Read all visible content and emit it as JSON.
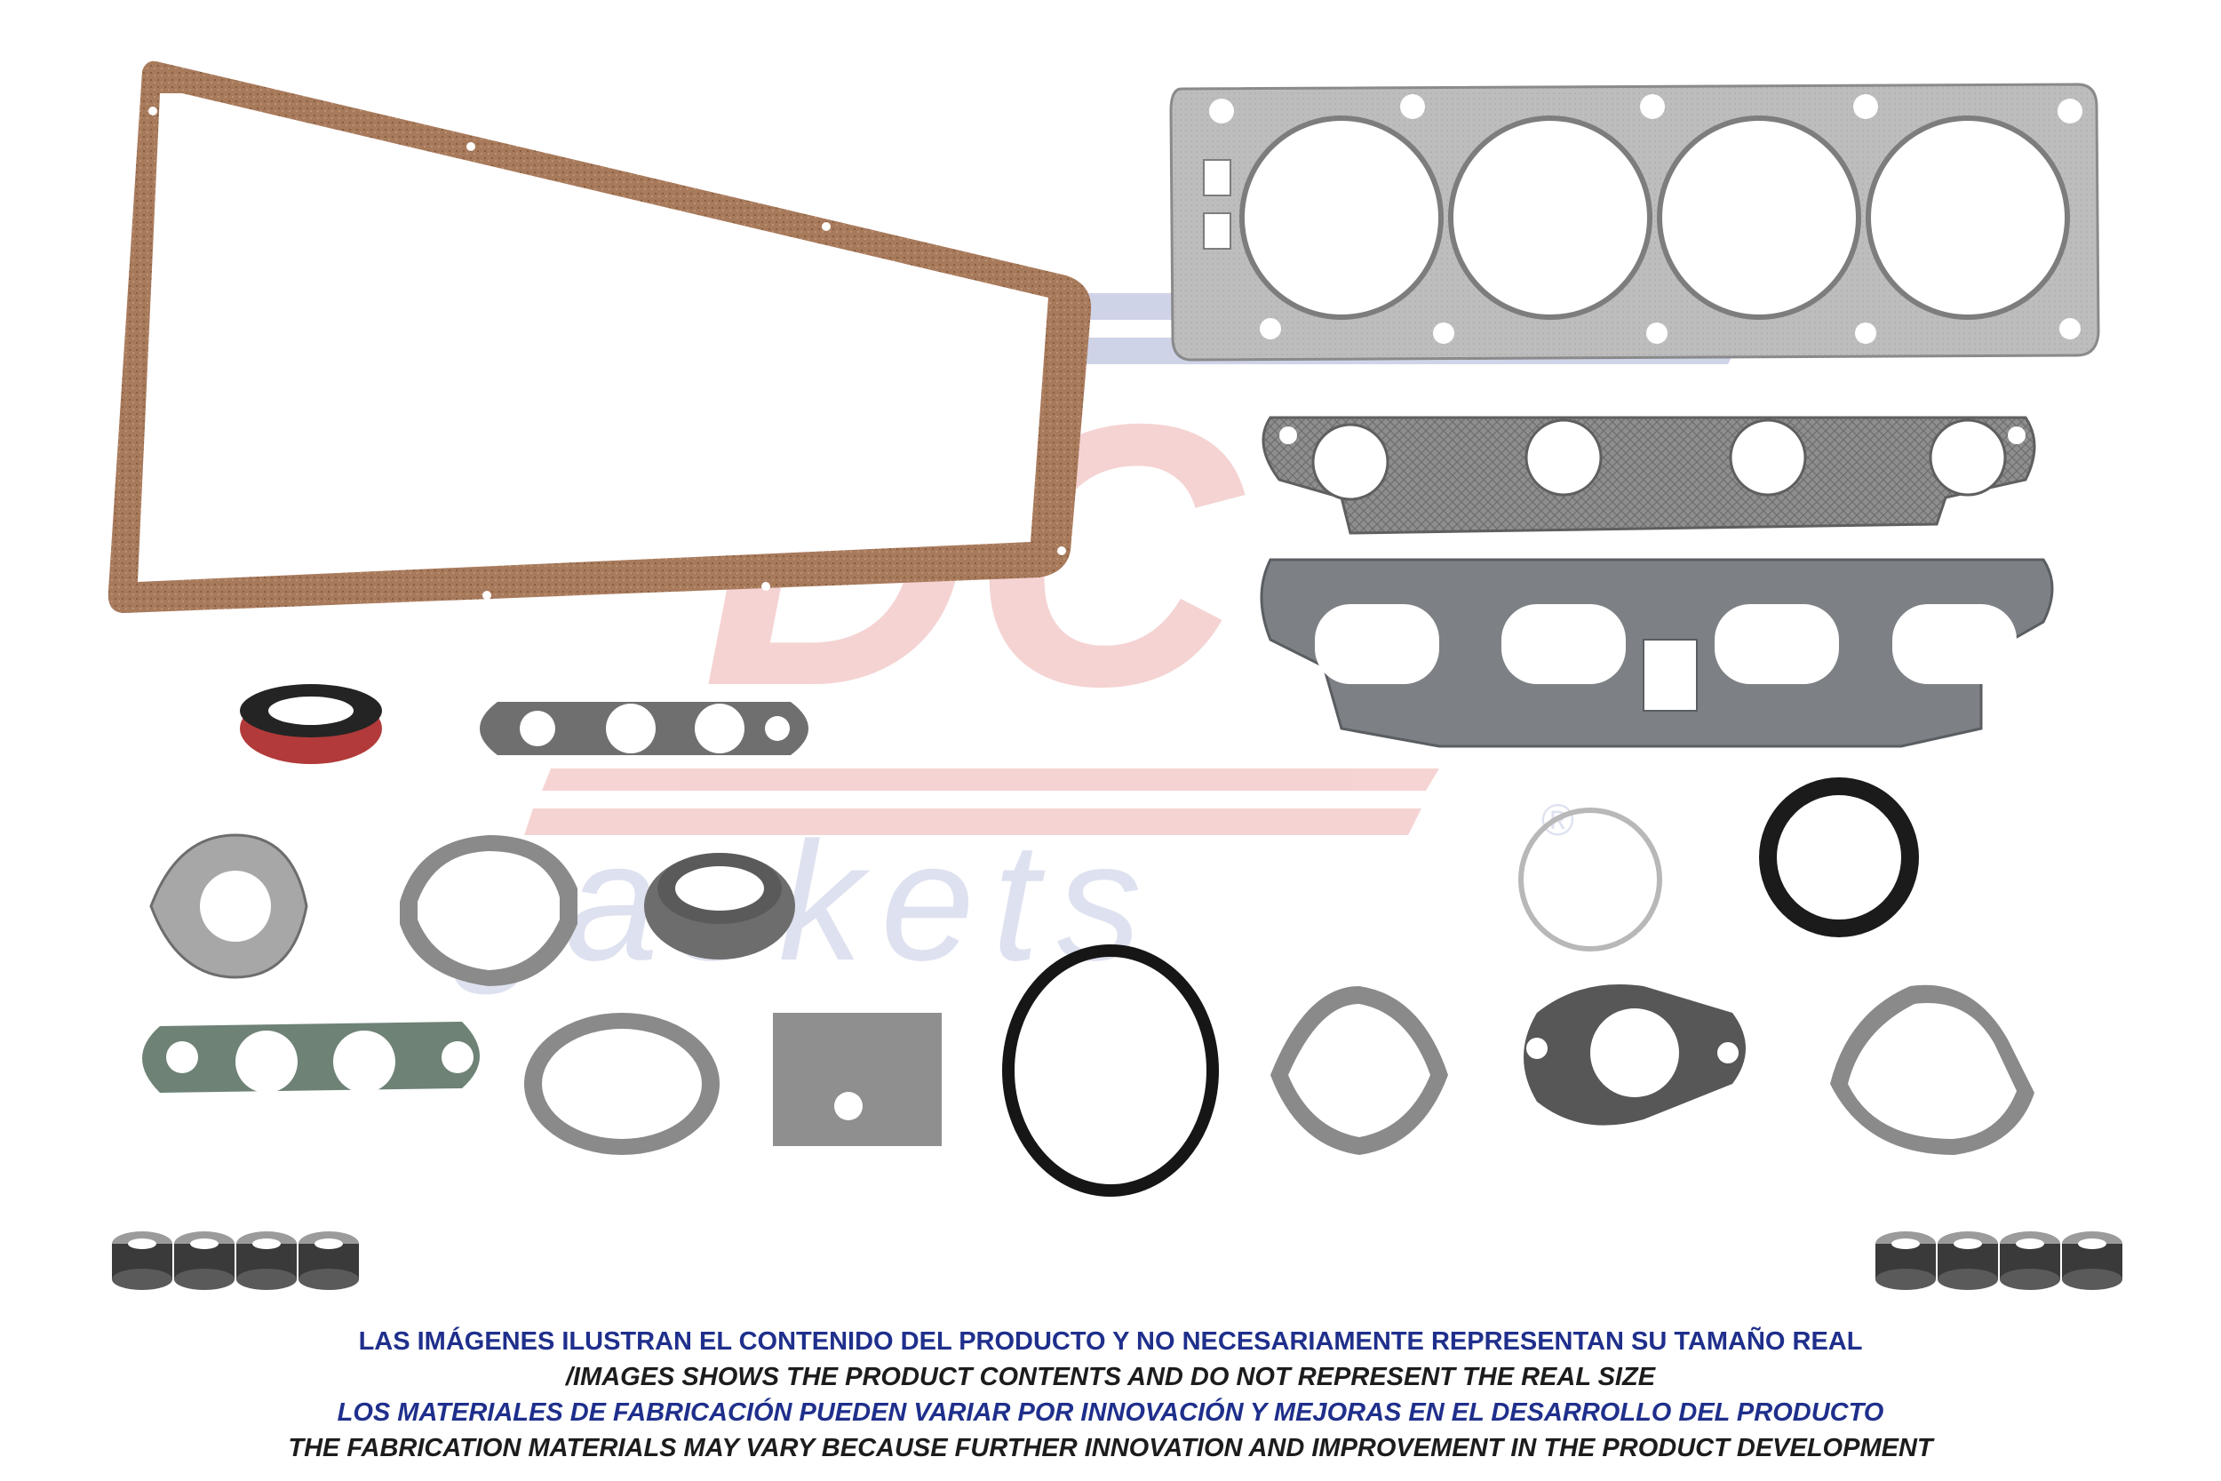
{
  "image": {
    "watermark_brand": "DC",
    "watermark_word": "gaskets",
    "registered_mark": "®"
  },
  "parts": [
    {
      "name": "valve-cover-gasket",
      "material": "cork",
      "color": "#a87a5c"
    },
    {
      "name": "cylinder-head-gasket",
      "material": "metal",
      "color": "#b9b9b9"
    },
    {
      "name": "exhaust-manifold-gasket",
      "material": "graphite",
      "color": "#8e8e8e"
    },
    {
      "name": "intake-manifold-gasket",
      "material": "fiber",
      "color": "#7d8185"
    },
    {
      "name": "oil-seal",
      "material": "rubber",
      "color": "#b23a3a"
    },
    {
      "name": "egr-gasket",
      "material": "fiber",
      "color": "#6f6f6f"
    },
    {
      "name": "thrust-washer",
      "material": "metal",
      "color": "#a7a7a7"
    },
    {
      "name": "water-pump-gasket",
      "material": "paper",
      "color": "#8a8a8a"
    },
    {
      "name": "exhaust-donut-ring",
      "material": "graphite",
      "color": "#6d6d6d"
    },
    {
      "name": "o-ring-thin",
      "material": "rubber",
      "color": "#b8b8b8"
    },
    {
      "name": "o-ring-thick",
      "material": "rubber",
      "color": "#1b1b1b"
    },
    {
      "name": "oil-pump-gasket",
      "material": "fiber",
      "color": "#6e8276"
    },
    {
      "name": "fuel-pump-gasket",
      "material": "paper",
      "color": "#8a8a8a"
    },
    {
      "name": "cover-plate-gasket",
      "material": "fiber",
      "color": "#8f8f8f"
    },
    {
      "name": "large-o-ring",
      "material": "rubber",
      "color": "#161616"
    },
    {
      "name": "distributor-gasket",
      "material": "paper",
      "color": "#8a8a8a"
    },
    {
      "name": "thermostat-gasket",
      "material": "fiber",
      "color": "#575757"
    },
    {
      "name": "housing-gasket",
      "material": "paper",
      "color": "#8a8a8a"
    },
    {
      "name": "valve-stem-seals-left",
      "material": "rubber",
      "color": "#3a3a3a"
    },
    {
      "name": "valve-stem-seals-right",
      "material": "rubber",
      "color": "#3a3a3a"
    }
  ],
  "disclaimer": {
    "line1": "LAS IMÁGENES ILUSTRAN EL CONTENIDO DEL PRODUCTO Y NO NECESARIAMENTE REPRESENTAN SU TAMAÑO REAL",
    "line2": "/IMAGES SHOWS THE PRODUCT CONTENTS AND DO NOT REPRESENT THE REAL SIZE",
    "line3": "LOS MATERIALES DE FABRICACIÓN PUEDEN VARIAR POR INNOVACIÓN Y MEJORAS EN EL DESARROLLO DEL PRODUCTO",
    "line4": "THE FABRICATION MATERIALS MAY VARY BECAUSE FURTHER INNOVATION AND IMPROVEMENT IN THE PRODUCT DEVELOPMENT"
  }
}
